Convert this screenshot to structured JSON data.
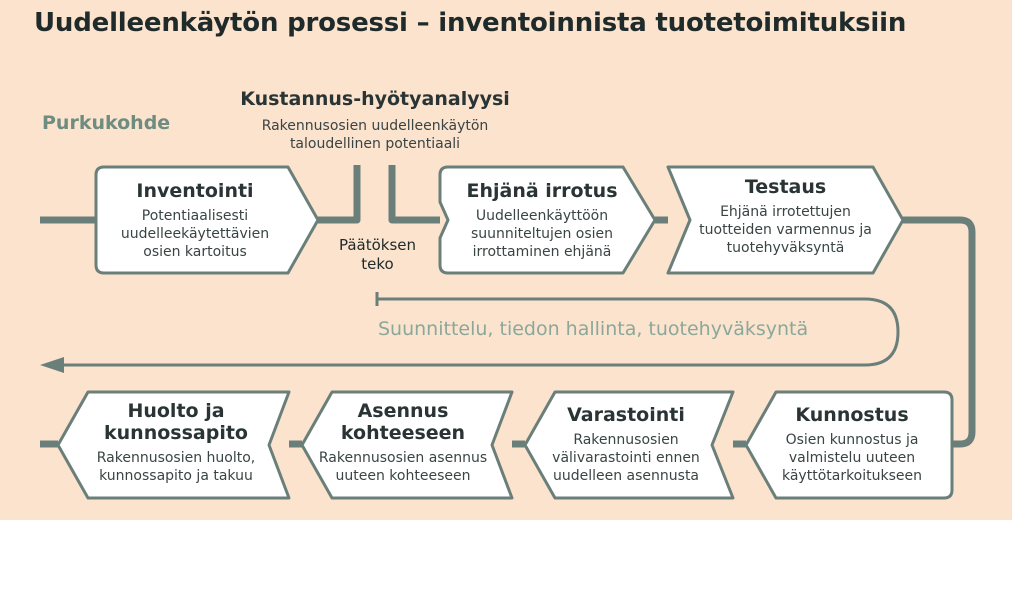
{
  "title": "Uudelleenkäytön prosessi – inventoinnista tuotetoimituksiin",
  "source_label": "Purkukohde",
  "cost_benefit": {
    "title": "Kustannus-hyötyanalyysi",
    "description": "Rakennusosien uudelleenkäytön\ntaloudellinen potentiaali"
  },
  "decision_label": "Päätöksen\nteko",
  "loop_caption": "Suunnittelu, tiedon hallinta, tuotehyväksyntä",
  "steps": [
    {
      "name": "Inventointi",
      "description": "Potentiaalisesti\nuudelleekäytettävien\nosien kartoitus"
    },
    {
      "name": "Ehjänä irrotus",
      "description": "Uudelleenkäyttöön\nsuunniteltujen osien\nirrottaminen ehjänä"
    },
    {
      "name": "Testaus",
      "description": "Ehjänä irrotettujen\ntuotteiden varmennus ja\ntuotehyväksyntä"
    },
    {
      "name": "Kunnostus",
      "description": "Osien kunnostus ja\nvalmistelu uuteen\nkäyttötarkoitukseen"
    },
    {
      "name": "Varastointi",
      "description": "Rakennusosien\nvälivarastointi ennen\nuudelleen asennusta"
    },
    {
      "name": "Asennus\nkohteeseen",
      "description": "Rakennusosien asennus\nuuteen kohteeseen"
    },
    {
      "name": "Huolto ja\nkunnossapito",
      "description": "Rakennusosien huolto,\nkunnossapito ja takuu"
    }
  ],
  "colors": {
    "background": "#fbe3ce",
    "connector": "#6b7f7a",
    "box_fill": "#ffffff",
    "accent_text": "#6e8c7f",
    "loop_text": "#8aa89a"
  }
}
